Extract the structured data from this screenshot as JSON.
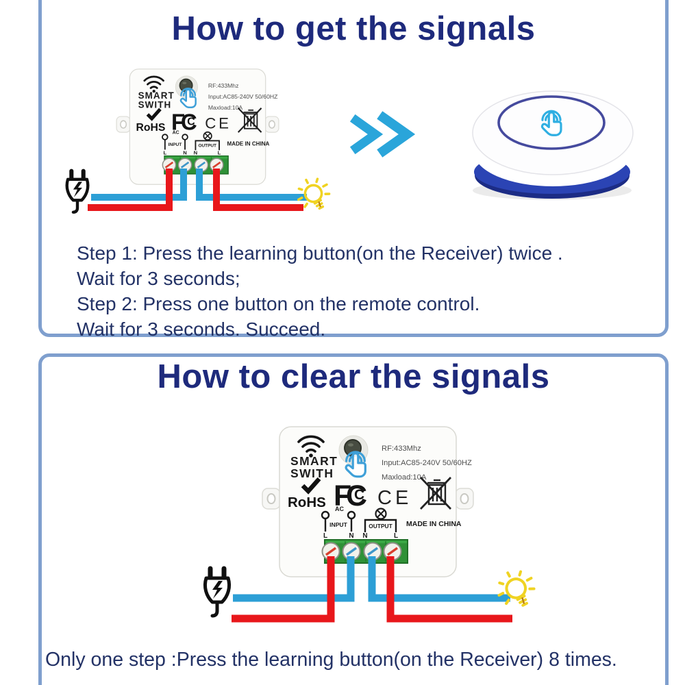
{
  "panel_get": {
    "title": "How to get the signals",
    "steps": [
      "Step 1: Press the learning button(on the Receiver) twice .",
      "Wait for 3 seconds;",
      "Step 2: Press one button on the remote control.",
      "Wait for 3 seconds. Succeed."
    ]
  },
  "panel_clear": {
    "title": "How to clear the signals",
    "instruction": "Only one step :Press the learning button(on the Receiver) 8 times."
  },
  "device": {
    "brand_line1": "SMART",
    "brand_line2": "SWITH",
    "cert_rohs": "RoHS",
    "cert_fcc_f": "F",
    "cert_fcc_c": "C",
    "cert_fcc_c_inner": "C",
    "cert_ce": "CE",
    "spec_rf": "RF:433Mhz",
    "spec_input": "Input:AC85-240V 50/60HZ",
    "spec_maxload": "Maxload:10A",
    "label_ac": "AC",
    "label_input": "INPUT",
    "label_output": "OUTPUT",
    "label_l": "L",
    "label_n": "N",
    "made_in": "MADE IN CHINA"
  },
  "icons": {
    "wifi": "wifi-icon",
    "learning_button": "learning-button",
    "touch": "touch-hand-icon",
    "checkmark": "checkmark-icon",
    "weee_bin": "crossed-out-bin-icon",
    "plug": "power-plug-icon",
    "bulb": "light-bulb-icon",
    "chevrons": "double-chevron-icon",
    "remote": "round-remote-button"
  },
  "colors": {
    "panel_border": "#7f9fce",
    "title_navy": "#1e2a7c",
    "body_text_navy": "#233266",
    "wire_red": "#e8171b",
    "wire_blue": "#2d9fd6",
    "chevron_blue": "#2aa5da",
    "terminal_green": "#2f9137",
    "bulb_yellow": "#f0d322",
    "touch_blue": "#3fa0d8",
    "remote_band_blue": "#2b44b4"
  }
}
